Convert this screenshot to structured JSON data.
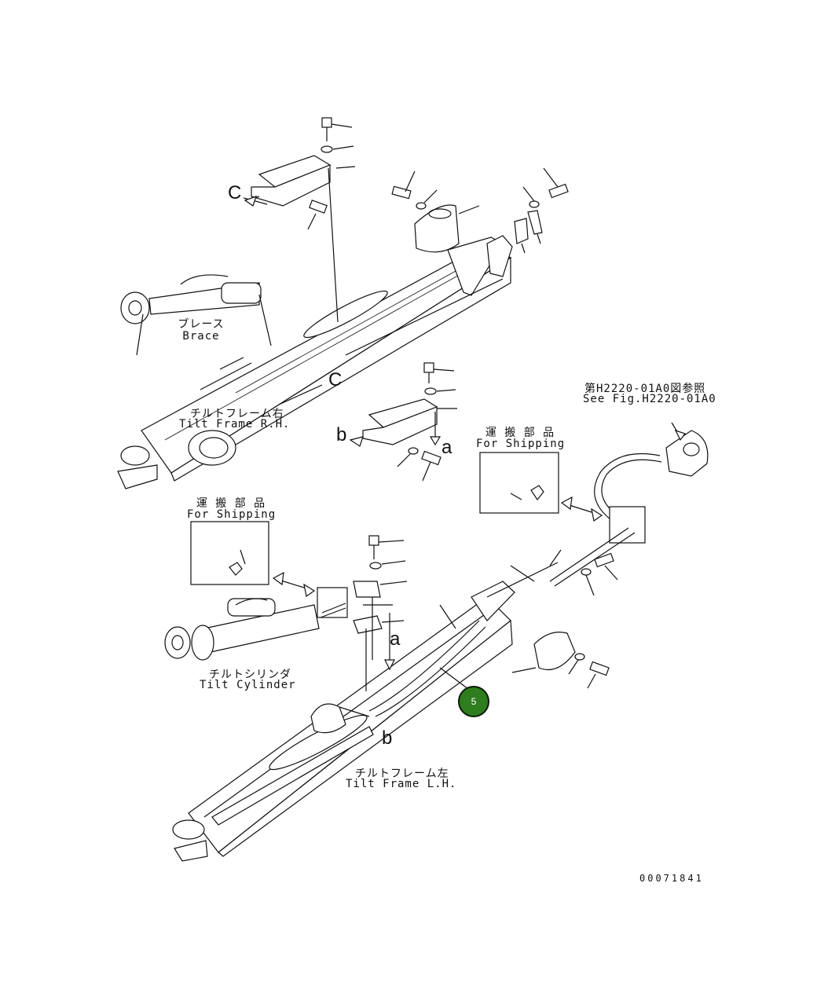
{
  "labels": {
    "brace_jp": "ブレース",
    "brace_en": "Brace",
    "tilt_frame_rh_jp": "チルトフレーム右",
    "tilt_frame_rh_en": "Tilt Frame R.H.",
    "tilt_frame_lh_jp": "チルトフレーム左",
    "tilt_frame_lh_en": "Tilt Frame L.H.",
    "tilt_cylinder_jp": "チルトシリンダ",
    "tilt_cylinder_en": "Tilt Cylinder",
    "shipping_right_jp": "運 搬 部 品",
    "shipping_right_en": "For Shipping",
    "shipping_left_jp": "運 搬 部 品",
    "shipping_left_en": "For Shipping",
    "see_fig_jp": "第H2220-01A0図参照",
    "see_fig_en": "See Fig.H2220-01A0",
    "view_c_upper": "C",
    "view_c_lower": "C",
    "view_b_upper": "b",
    "view_a_upper": "a",
    "view_a_lower": "a",
    "view_b_lower": "b",
    "drawing_number": "00071841"
  },
  "callout": {
    "number": "5",
    "color": "#2e7d1e"
  }
}
